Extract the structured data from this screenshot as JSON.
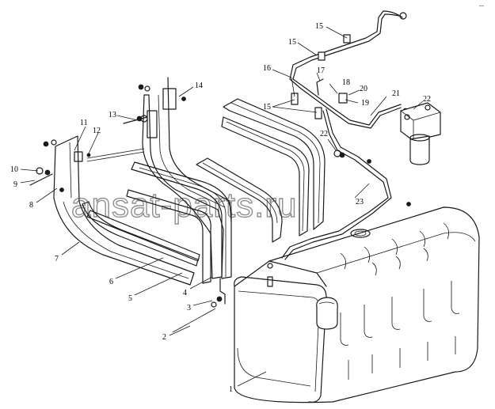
{
  "diagram": {
    "watermark": "ansat-parts.ru",
    "corner_mark": "‑‑",
    "callouts": [
      {
        "id": "1",
        "label": "1"
      },
      {
        "id": "2",
        "label": "2"
      },
      {
        "id": "3",
        "label": "3"
      },
      {
        "id": "4",
        "label": "4"
      },
      {
        "id": "5",
        "label": "5"
      },
      {
        "id": "6",
        "label": "6"
      },
      {
        "id": "7",
        "label": "7"
      },
      {
        "id": "8",
        "label": "8"
      },
      {
        "id": "9",
        "label": "9"
      },
      {
        "id": "10",
        "label": "10"
      },
      {
        "id": "11",
        "label": "11"
      },
      {
        "id": "12",
        "label": "12"
      },
      {
        "id": "13",
        "label": "13"
      },
      {
        "id": "14",
        "label": "14"
      },
      {
        "id": "15a",
        "label": "15"
      },
      {
        "id": "15b",
        "label": "15"
      },
      {
        "id": "15c",
        "label": "15"
      },
      {
        "id": "16",
        "label": "16"
      },
      {
        "id": "17",
        "label": "17"
      },
      {
        "id": "18",
        "label": "18"
      },
      {
        "id": "19",
        "label": "19"
      },
      {
        "id": "20",
        "label": "20"
      },
      {
        "id": "21",
        "label": "21"
      },
      {
        "id": "22a",
        "label": "22"
      },
      {
        "id": "22b",
        "label": "22"
      },
      {
        "id": "23",
        "label": "23"
      }
    ]
  }
}
